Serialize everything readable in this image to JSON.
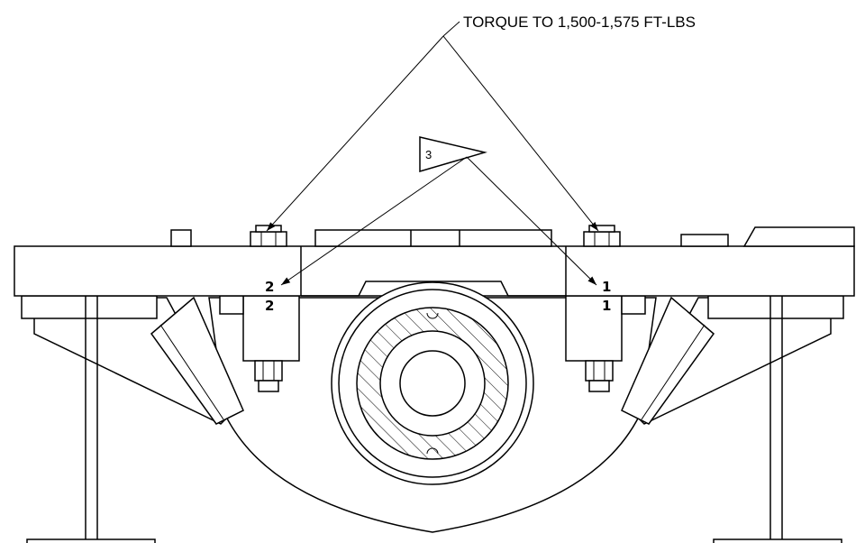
{
  "callout": {
    "torque_note": "TORQUE TO 1,500-1,575 FT-LBS"
  },
  "flag": {
    "number": "3"
  },
  "marks": {
    "left_upper": "2",
    "left_lower": "2",
    "right_upper": "1",
    "right_lower": "1"
  }
}
